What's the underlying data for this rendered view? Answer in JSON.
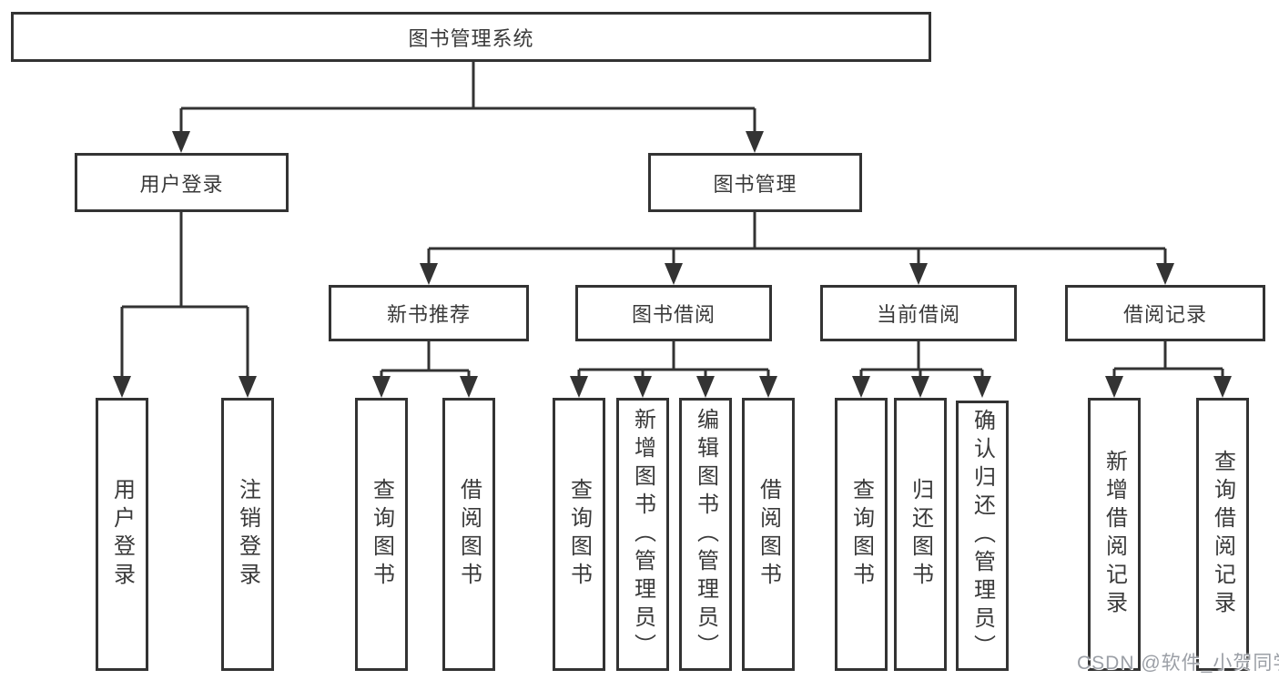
{
  "diagram": {
    "root": {
      "label": "图书管理系统"
    },
    "branches": [
      {
        "label": "用户登录",
        "children": [
          {
            "label": "用户登录"
          },
          {
            "label": "注销登录"
          }
        ]
      },
      {
        "label": "图书管理",
        "children": [
          {
            "label": "新书推荐",
            "children": [
              {
                "label": "查询图书"
              },
              {
                "label": "借阅图书"
              }
            ]
          },
          {
            "label": "图书借阅",
            "children": [
              {
                "label": "查询图书"
              },
              {
                "label": "新增图书（管理员）"
              },
              {
                "label": "编辑图书（管理员）"
              },
              {
                "label": "借阅图书"
              }
            ]
          },
          {
            "label": "当前借阅",
            "children": [
              {
                "label": "查询图书"
              },
              {
                "label": "归还图书"
              },
              {
                "label": "确认归还（管理员）"
              }
            ]
          },
          {
            "label": "借阅记录",
            "children": [
              {
                "label": "新增借阅记录"
              },
              {
                "label": "查询借阅记录"
              }
            ]
          }
        ]
      }
    ]
  },
  "watermark": {
    "text": "CSDN @软件_小贺同学"
  },
  "colors": {
    "line": "#333333",
    "box_border": "#333333",
    "text": "#3a3a3a",
    "background": "#ffffff",
    "watermark": "#9b9fa6"
  }
}
